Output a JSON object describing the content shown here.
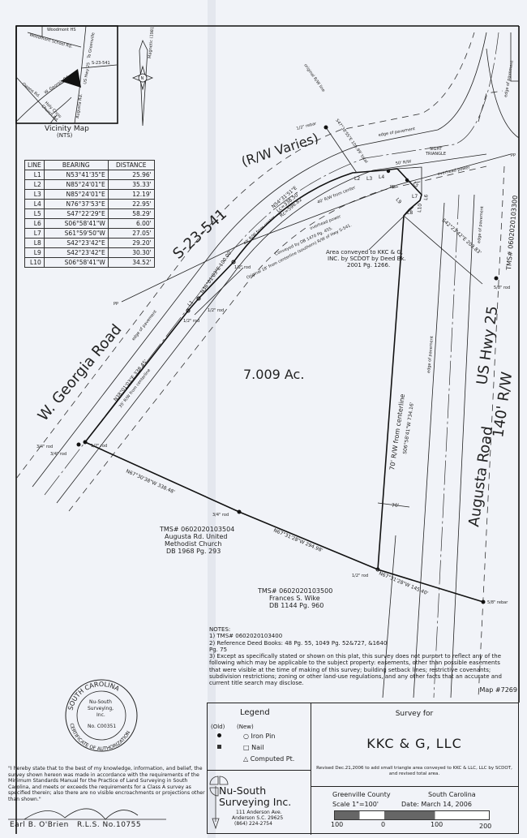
{
  "vicinity_map": {
    "caption": "Vicinity Map",
    "scale_note": "(NTS)",
    "labels": [
      "Woodmont HS",
      "Woodmont School Rd.",
      "To Greenville",
      "S-23-541",
      "W. Georgia Rd.",
      "US Hwy 25",
      "Augusta Rd.",
      "Owens Rd.",
      "Holy Cross Church Rd."
    ]
  },
  "north_arrow": {
    "label": "Magnetic (1981)",
    "letter": "N"
  },
  "line_table": {
    "headers": [
      "LINE",
      "BEARING",
      "DISTANCE"
    ],
    "rows": [
      [
        "L1",
        "N53°41'35\"E",
        "25.96'"
      ],
      [
        "L2",
        "N85°24'01\"E",
        "35.33'"
      ],
      [
        "L3",
        "N85°24'01\"E",
        "12.19'"
      ],
      [
        "L4",
        "N76°37'53\"E",
        "22.95'"
      ],
      [
        "L5",
        "S47°22'29\"E",
        "58.29'"
      ],
      [
        "L6",
        "S06°58'41\"W",
        "6.00'"
      ],
      [
        "L7",
        "S61°59'50\"W",
        "27.05'"
      ],
      [
        "L8",
        "S42°23'42\"E",
        "29.20'"
      ],
      [
        "L9",
        "S42°23'42\"E",
        "30.30'"
      ],
      [
        "L10",
        "S06°58'41\"W",
        "34.52'"
      ]
    ]
  },
  "map": {
    "area": "7.009 Ac.",
    "roads": {
      "s23": "S-23-541",
      "rw_varies": "(R/W Varies)",
      "georgia": "W. Georgia Road",
      "augusta": "Augusta Road",
      "hwy": "US Hwy 25",
      "rw140": "140' R/W"
    },
    "labels": [
      "1/2\" rebar",
      "edge of pavement",
      "S47°38'55\"E 105.99' total",
      "SIGHT",
      "TRIANGLE",
      "50' R/W",
      "overhead power",
      "PP",
      "40' R/W from center",
      "N54°31'51\"E",
      "Lc=338.50'",
      "Rc=596.82'",
      "overhead power",
      "40' R/W from center",
      "Conveyed by DB 1470 Pg. 455.",
      "Original 18' from centerline (southern) R/W of Hwy S-541.",
      "1/2\" rod",
      "N38°01'03\"E 100.00'",
      "1/2\" rod",
      "1/2\" rod",
      "edge of pavement",
      "N38°01'03\"E 338.45'",
      "35' R/W from centerline",
      "3/4\" rod",
      "3/4\" rod",
      "1/2\" rod",
      "N67°30'38\"W 338.48'",
      "3/4\" rod",
      "N67°31'28\"W 294.98'",
      "1/2\" rod",
      "N67°31'28\"W 145.40'",
      "5/8\" rebar",
      "70'",
      "70' R/W from centerline",
      "S06°58'41\"W 734.16'",
      "S42°23'42\"E 203.83'",
      "5/8\" rod",
      "edge of pavement",
      "edge of pavement",
      "PP",
      "PP",
      "original R/W line",
      "edge of pavement"
    ],
    "line_ids": [
      "L1",
      "L2",
      "L3",
      "L4",
      "L5",
      "L6",
      "L7",
      "L8",
      "L9",
      "L10"
    ],
    "area_conveyed": [
      "Area conveyed to KKC & G,",
      "INC. by SCDOT by Deed Bk.",
      "2001 Pg. 1266."
    ],
    "tms_504": [
      "TMS# 0602020103504",
      "Augusta Rd. United",
      "Methodist Church",
      "DB 1968 Pg. 293"
    ],
    "tms_500": [
      "TMS# 0602020103500",
      "Frances S. Wike",
      "DB 1144 Pg. 960"
    ],
    "tms_300": "TMS# 0602020103300"
  },
  "notes": {
    "heading": "NOTES:",
    "items": [
      "1) TMS# 0602020103400",
      "2) Reference Deed Books: 48 Pg. 55, 1049 Pg. 52&727, &1640 Pg. 75",
      "3) Except as specifically stated or shown on this plat, this survey does not purport to reflect any of the following which may be applicable to the subject property: easements, other than possible easements that were visible at the time of making of this survey; building setback lines; restrictive covenants; subdivision restrictions; zoning or other land-use regulations, and any other facts that an accurate and current title search may disclose."
    ],
    "map_no": "Map #7269"
  },
  "legend": {
    "title": "Legend",
    "old": "(Old)",
    "new": "(New)",
    "items": [
      "Iron Pin",
      "Nail",
      "Computed Pt."
    ]
  },
  "company": {
    "name1": "Nu-South",
    "name2": "Surveying Inc.",
    "addr1": "111 Anderson Ave.",
    "addr2": "Anderson S.C. 29625",
    "phone": "(864) 224-2754"
  },
  "survey": {
    "for": "Survey for",
    "client": "KKC & G, LLC",
    "revision": "Revised Dec.21,2006 to add small triangle area conveyed to KKC & LLC, LLC by SCDOT, and revised total area.",
    "county": "Greenville County",
    "state": "South Carolina",
    "scale": "Scale 1\"=100'",
    "date": "Date: March 14, 2006",
    "scale_ticks": [
      "100",
      "0",
      "100",
      "200"
    ]
  },
  "seal": {
    "top": "SOUTH CAROLINA",
    "bottom": "CERTIFICATE OF AUTHORIZATION",
    "line1": "Nu-South",
    "line2": "Surveying,",
    "line3": "Inc.",
    "number": "No. C00351"
  },
  "statement": "\"I hereby state that to the best of my knowledge, information, and belief, the survey shown hereon was made in accordance with the requirements of the Minimum Standards Manual for the Practice of Land Surveying in South Carolina, and meets or exceeds the requirements for a Class A survey as specified therein; also there are no visible encroachments or projections other than shown.\"",
  "signature": {
    "name": "Earl B. O'Brien",
    "rls": "R.L.S. No.10755"
  }
}
